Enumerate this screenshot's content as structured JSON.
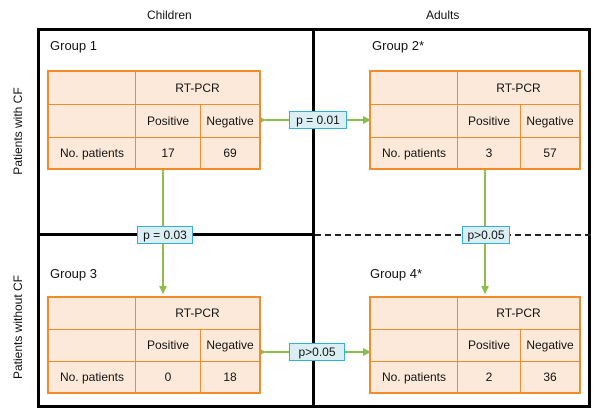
{
  "header": {
    "children": "Children",
    "adults": "Adults"
  },
  "rows": {
    "with_cf": "Patients with CF",
    "without_cf": "Patients without CF"
  },
  "groups": [
    {
      "title": "Group 1",
      "table": {
        "method": "RT-PCR",
        "pos_label": "Positive",
        "neg_label": "Negative",
        "row_label": "No. patients",
        "positive": "17",
        "negative": "69"
      }
    },
    {
      "title": "Group 2*",
      "table": {
        "method": "RT-PCR",
        "pos_label": "Positive",
        "neg_label": "Negative",
        "row_label": "No. patients",
        "positive": "3",
        "negative": "57"
      }
    },
    {
      "title": "Group 3",
      "table": {
        "method": "RT-PCR",
        "pos_label": "Positive",
        "neg_label": "Negative",
        "row_label": "No. patients",
        "positive": "0",
        "negative": "18"
      }
    },
    {
      "title": "Group 4*",
      "table": {
        "method": "RT-PCR",
        "pos_label": "Positive",
        "neg_label": "Negative",
        "row_label": "No. patients",
        "positive": "2",
        "negative": "36"
      }
    }
  ],
  "comparisons": {
    "g1_g2": "p = 0.01",
    "g1_g3": "p = 0.03",
    "g2_g4": "p>0.05",
    "g3_g4": "p>0.05"
  },
  "colors": {
    "table_border": "#f08c2c",
    "table_fill": "#fde9d9",
    "pbox_border": "#31b1d1",
    "pbox_fill": "#dbeef4",
    "arrow": "#8cbf4a"
  }
}
